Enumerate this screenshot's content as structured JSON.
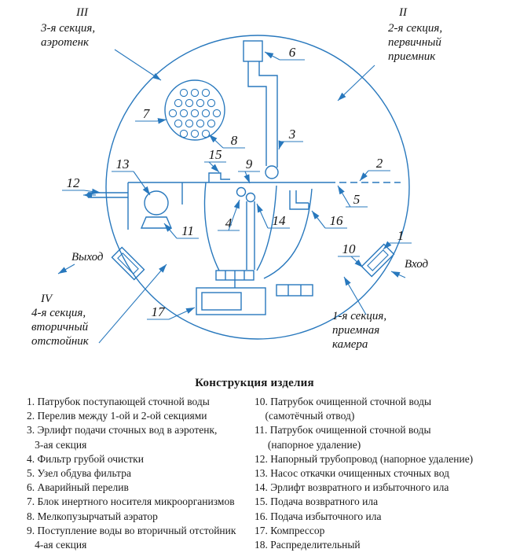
{
  "colors": {
    "diagram_line": "#2878bd",
    "text": "#141414"
  },
  "title": "Конструкция изделия",
  "diagram": {
    "sections": {
      "iii": {
        "numeral": "III",
        "lines": [
          "3-я секция,",
          "аэротенк"
        ]
      },
      "ii": {
        "numeral": "II",
        "lines": [
          "2-я секция,",
          "первичный",
          "приемник"
        ]
      },
      "iv": {
        "numeral": "IV",
        "lines": [
          "4-я секция,",
          "вторичный",
          "отстойник"
        ]
      },
      "i": {
        "lines": [
          "1-я секция,",
          "приемная",
          "камера"
        ]
      }
    },
    "flow": {
      "outlet": "Выход",
      "inlet": "Вход"
    },
    "callouts": {
      "n1": "1",
      "n2": "2",
      "n3": "3",
      "n4": "4",
      "n5": "5",
      "n6": "6",
      "n7": "7",
      "n8": "8",
      "n9": "9",
      "n10": "10",
      "n11": "11",
      "n12": "12",
      "n13": "13",
      "n14": "14",
      "n15": "15",
      "n16": "16",
      "n17": "17"
    }
  },
  "legend": {
    "left": [
      "1. Патрубок поступающей сточной воды",
      "2. Перелив между 1-ой и 2-ой секциями",
      "3. Эрлифт подачи сточных вод в аэротенк,",
      "   3-ая секция",
      "4. Фильтр грубой очистки",
      "5. Узел обдува фильтра",
      "6. Аварийный перелив",
      "7. Блок инертного носителя микроорганизмов",
      "8. Мелкопузырчатый аэратор",
      "9. Поступление воды во вторичный отстойник",
      "   4-ая секция"
    ],
    "right": [
      "10. Патрубок очищенной сточной воды",
      "    (самотёчный отвод)",
      "11. Патрубок очищенной сточной воды",
      "     (напорное удаление)",
      "12. Напорный трубопровод (напорное удаление)",
      "13. Насос откачки очищенных сточных вод",
      "14. Эрлифт возвратного и избыточного ила",
      "15. Подача возвратного ила",
      "16. Подача избыточного ила",
      "17. Компрессор",
      "18. Распределительный"
    ]
  }
}
